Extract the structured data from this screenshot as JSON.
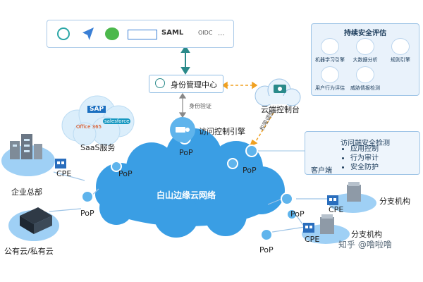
{
  "identity_providers": {
    "logos": [
      "SAML",
      "OIDC"
    ]
  },
  "identity_center": {
    "label": "身份管理中心"
  },
  "auth_flow_label": "身份验证",
  "access_engine": {
    "label": "访问控制引擎"
  },
  "cloud_console": {
    "label": "云端控制台"
  },
  "permission_label": "权限调整",
  "security_eval": {
    "title": "持续安全评估",
    "items": [
      "机器学习引擎",
      "大数据分析",
      "规则引擎",
      "用户行为评估",
      "威胁情报检测"
    ]
  },
  "client_detect": {
    "title": "访问端安全检测",
    "bullets": [
      "应用控制",
      "行为审计",
      "安全防护"
    ],
    "client_label": "客户端"
  },
  "saas": {
    "label": "SaaS服务",
    "logos": [
      "SAP",
      "Office 365",
      "salesforce"
    ]
  },
  "edge_cloud": {
    "label": "白山边缘云网络"
  },
  "pop_label": "PoP",
  "cpe_label": "CPE",
  "enterprise_hq": {
    "label": "企业总部"
  },
  "public_private_cloud": {
    "label": "公有云/私有云"
  },
  "branch1": {
    "label": "分支机构"
  },
  "branch2": {
    "label": "分支机构"
  },
  "watermark": "知乎 @噜啦噜",
  "colors": {
    "cloud": "#3a9ee4",
    "pop": "#5fb4ec",
    "connector": "#2a8a8a",
    "arrow_orange": "#f0a020",
    "box_border": "#9ec4e6"
  }
}
